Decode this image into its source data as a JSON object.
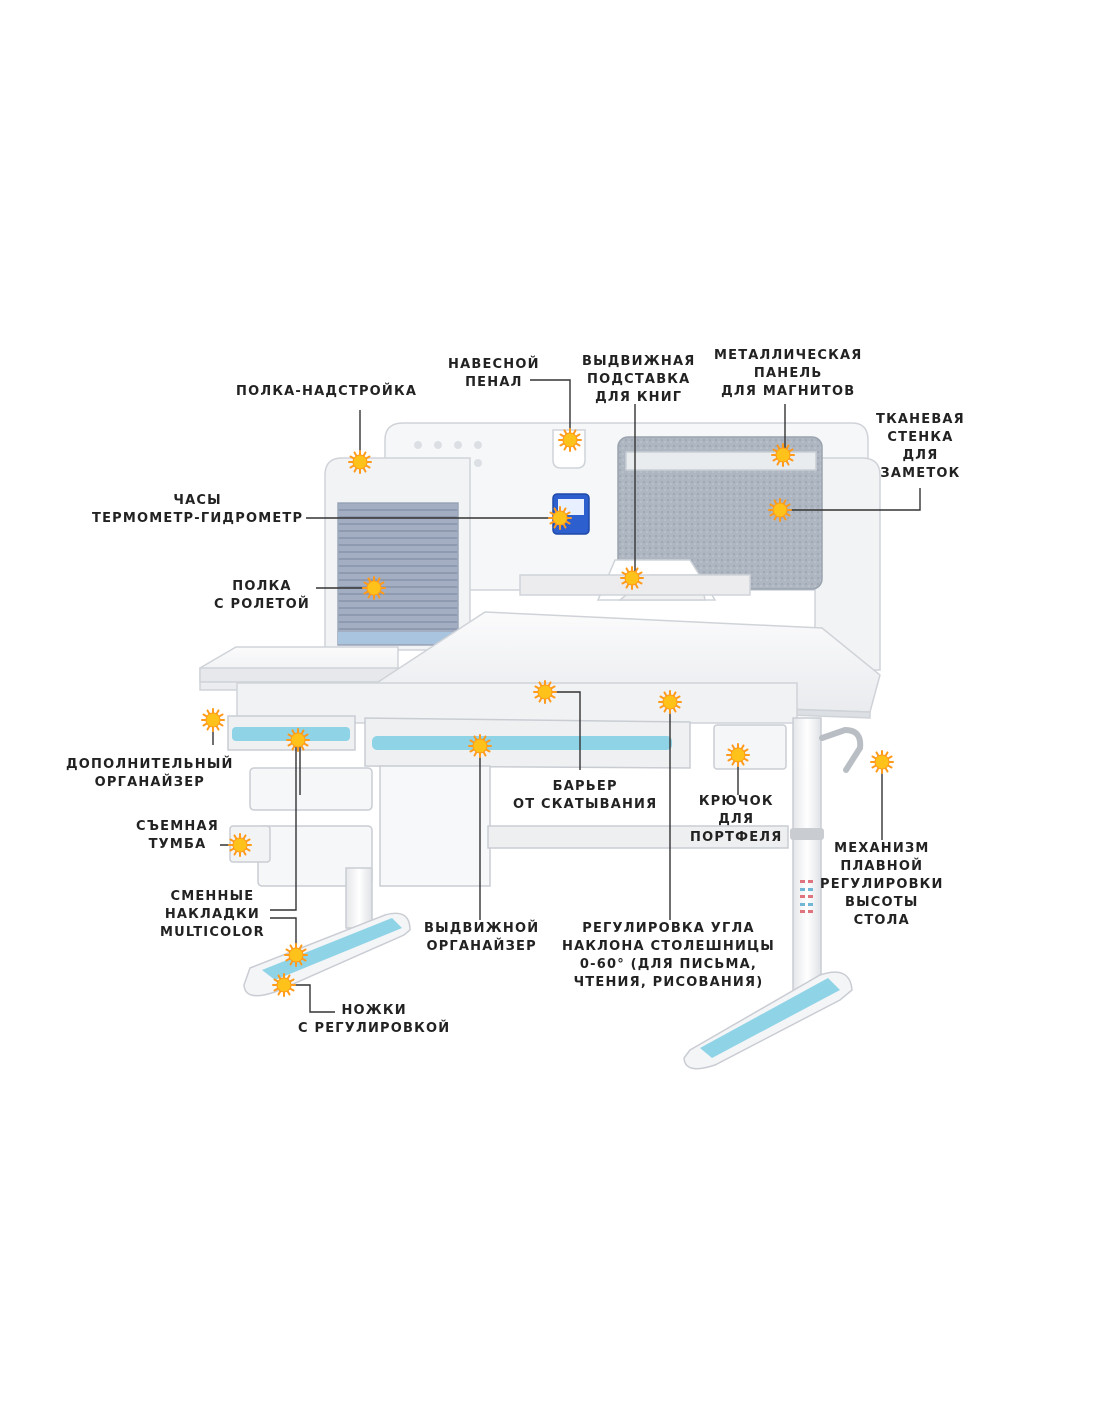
{
  "colors": {
    "desk_white": "#f4f5f6",
    "desk_edge": "#d8dbdf",
    "accent_blue": "#8fd3e6",
    "roller_blue": "#9aa7bd",
    "felt_gray": "#a9b1bd",
    "marker_fill": "#ffc21a",
    "marker_ray": "#ff9a1a",
    "leader_line": "#333333",
    "text": "#222222"
  },
  "marker_icon": "sun-marker-icon",
  "callouts": [
    {
      "id": "shelf-top",
      "lines": [
        "ПОЛКА-НАДСТРОЙКА"
      ]
    },
    {
      "id": "pencil-case",
      "lines": [
        "НАВЕСНОЙ",
        "ПЕНАЛ"
      ]
    },
    {
      "id": "book-stand",
      "lines": [
        "ВЫДВИЖНАЯ",
        "ПОДСТАВКА",
        "ДЛЯ КНИГ"
      ]
    },
    {
      "id": "metal-panel",
      "lines": [
        "МЕТАЛЛИЧЕСКАЯ",
        "ПАНЕЛЬ",
        "ДЛЯ МАГНИТОВ"
      ]
    },
    {
      "id": "fabric-wall",
      "lines": [
        "ТКАНЕВАЯ",
        "СТЕНКА",
        "ДЛЯ",
        "ЗАМЕТОК"
      ]
    },
    {
      "id": "clock",
      "lines": [
        "ЧАСЫ",
        "ТЕРМОМЕТР-ГИДРОМЕТР"
      ]
    },
    {
      "id": "roller-shelf",
      "lines": [
        "ПОЛКА",
        "С РОЛЕТОЙ"
      ]
    },
    {
      "id": "extra-organizer",
      "lines": [
        "ДОПОЛНИТЕЛЬНЫЙ",
        "ОРГАНАЙЗЕР"
      ]
    },
    {
      "id": "barrier",
      "lines": [
        "БАРЬЕР",
        "ОТ СКАТЫВАНИЯ"
      ]
    },
    {
      "id": "hook",
      "lines": [
        "КРЮЧОК",
        "ДЛЯ",
        "ПОРТФЕЛЯ"
      ]
    },
    {
      "id": "height-mechanism",
      "lines": [
        "МЕХАНИЗМ",
        "ПЛАВНОЙ",
        "РЕГУЛИРОВКИ",
        "ВЫСОТЫ",
        "СТОЛА"
      ]
    },
    {
      "id": "pedestal",
      "lines": [
        "СЪЕМНАЯ",
        "ТУМБА"
      ]
    },
    {
      "id": "overlays",
      "lines": [
        "СМЕННЫЕ",
        "НАКЛАДКИ",
        "MULTICOLOR"
      ]
    },
    {
      "id": "drawer-organizer",
      "lines": [
        "ВЫДВИЖНОЙ",
        "ОРГАНАЙЗЕР"
      ]
    },
    {
      "id": "tilt",
      "lines": [
        "РЕГУЛИРОВКА УГЛА",
        "НАКЛОНА СТОЛЕШНИЦЫ",
        "0-60° (ДЛЯ ПИСЬМА,",
        "ЧТЕНИЯ, РИСОВАНИЯ)"
      ]
    },
    {
      "id": "legs",
      "lines": [
        "НОЖКИ",
        "С РЕГУЛИРОВКОЙ"
      ]
    }
  ]
}
